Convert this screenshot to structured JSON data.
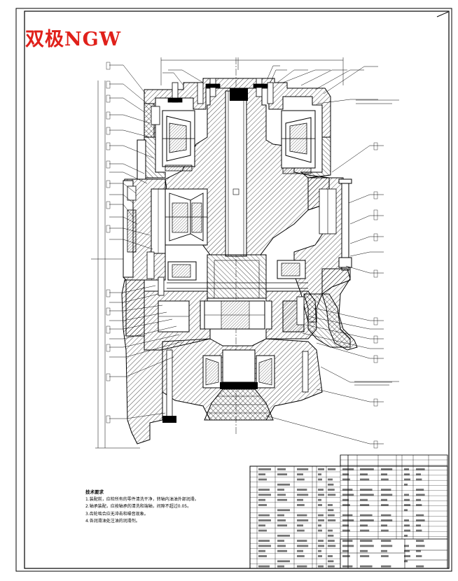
{
  "watermark": {
    "text": "双极NGW",
    "color": "#e0201a"
  },
  "drawing": {
    "type": "two-stage NGW planetary gear reducer, longitudinal cross-section",
    "line_color": "#000000",
    "background": "#ffffff",
    "hatch": "45-degree section hatching",
    "visible_text": "unreadable at this resolution"
  },
  "technical_notes": {
    "title": "技术要求",
    "items": [
      "1.装配前，应检所有的零件清洗干净，转轴内油油外部润滑。",
      "2.轴承装配，应按轴承的清洗和端轴，间隙不超过0.05。",
      "3.齿轮啮合应无冲击和噪音现象。",
      "4.各润滑油处注油的润滑剂。"
    ]
  }
}
